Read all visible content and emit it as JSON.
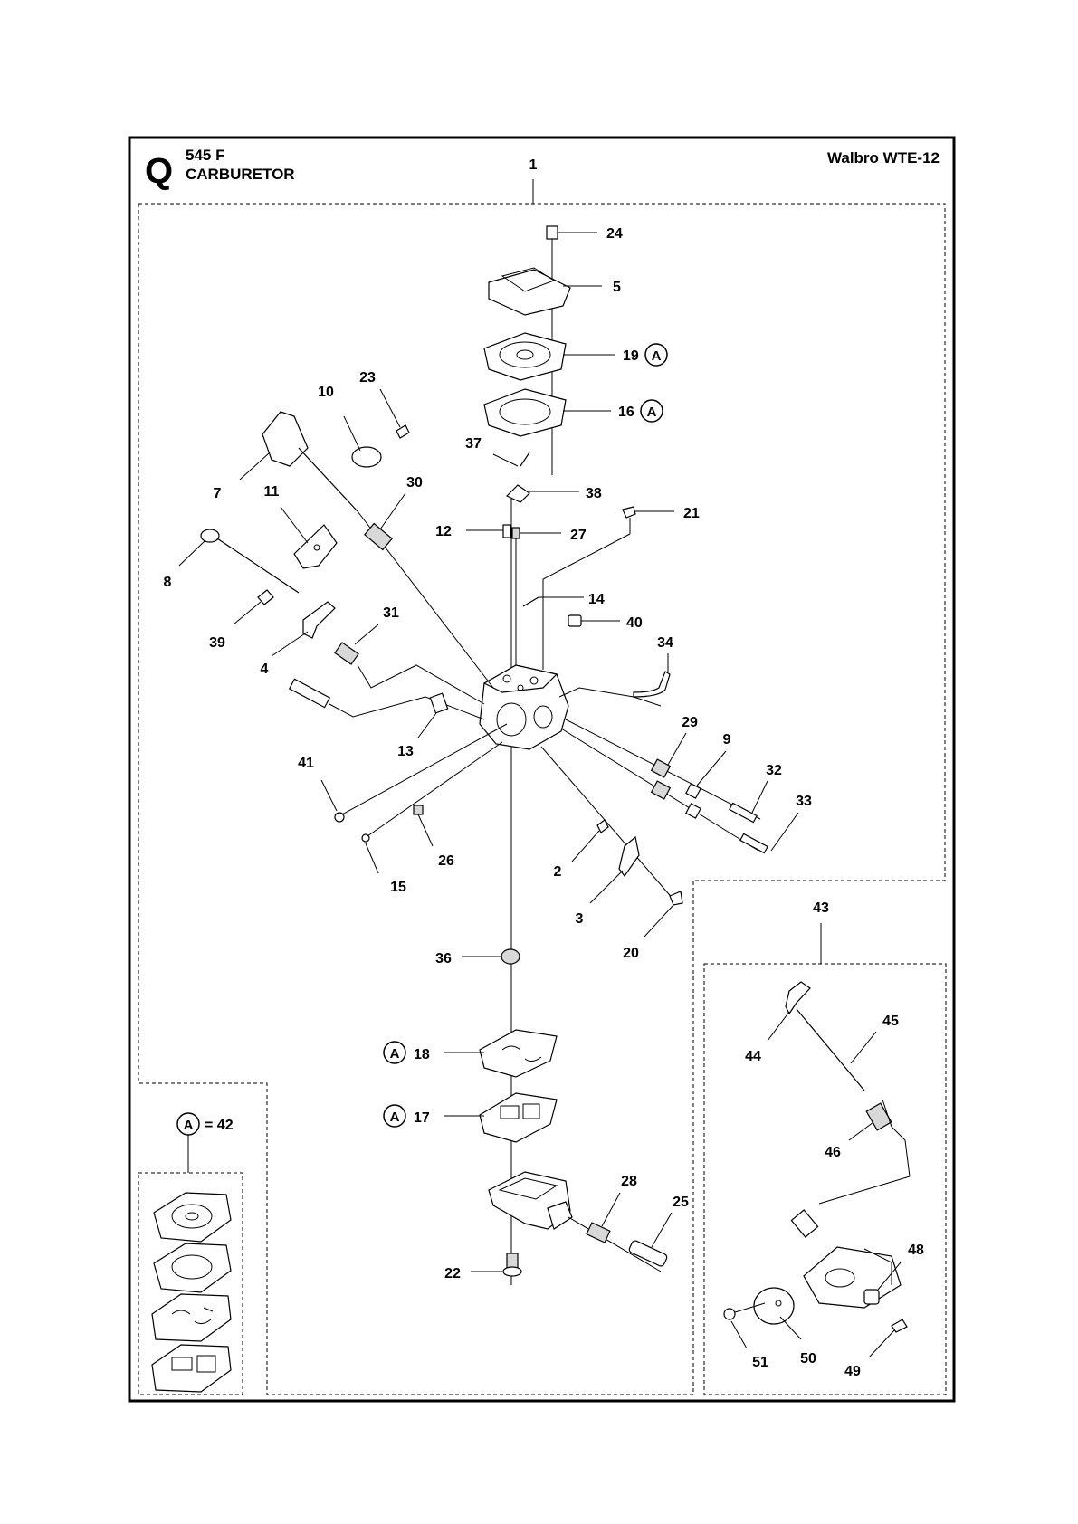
{
  "header": {
    "section_letter": "Q",
    "model": "545 F",
    "title": "CARBURETOR",
    "carb_model": "Walbro WTE-12"
  },
  "kit": {
    "marker": "A",
    "equals_label": "= 42"
  },
  "callouts": {
    "c1": "1",
    "c2": "2",
    "c3": "3",
    "c4": "4",
    "c5": "5",
    "c7": "7",
    "c8": "8",
    "c9": "9",
    "c10": "10",
    "c11": "11",
    "c12": "12",
    "c13": "13",
    "c14": "14",
    "c15": "15",
    "c16": "16",
    "c17": "17",
    "c18": "18",
    "c19": "19",
    "c20": "20",
    "c21": "21",
    "c22": "22",
    "c23": "23",
    "c24": "24",
    "c25": "25",
    "c26": "26",
    "c27": "27",
    "c28": "28",
    "c29": "29",
    "c30": "30",
    "c31": "31",
    "c32": "32",
    "c33": "33",
    "c34": "34",
    "c36": "36",
    "c37": "37",
    "c38": "38",
    "c39": "39",
    "c40": "40",
    "c41": "41",
    "c43": "43",
    "c44": "44",
    "c45": "45",
    "c46": "46",
    "c48": "48",
    "c49": "49",
    "c50": "50",
    "c51": "51"
  }
}
